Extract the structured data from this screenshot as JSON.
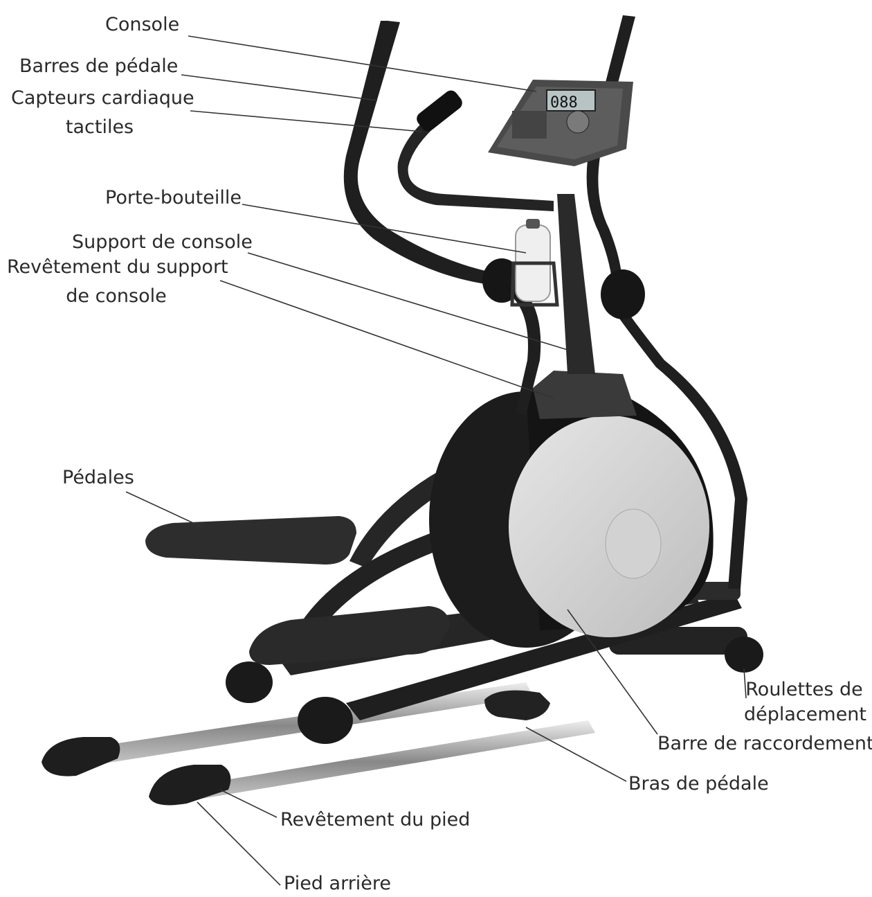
{
  "labels": {
    "console": "Console",
    "pedal_bars": "Barres de pédale",
    "hr_sensors_1": "Capteurs cardiaque",
    "hr_sensors_2": "tactiles",
    "bottle_holder": "Porte-bouteille",
    "console_support": "Support de console",
    "console_support_cover_1": "Revêtement du support",
    "console_support_cover_2": "de console",
    "pedals": "Pédales",
    "wheels_1": "Roulettes de",
    "wheels_2": "déplacement",
    "connecting_bar": "Barre de raccordement",
    "pedal_arm": "Bras de pédale",
    "foot_cover": "Revêtement du pied",
    "rear_foot": "Pied arrière"
  },
  "console_display": "088"
}
